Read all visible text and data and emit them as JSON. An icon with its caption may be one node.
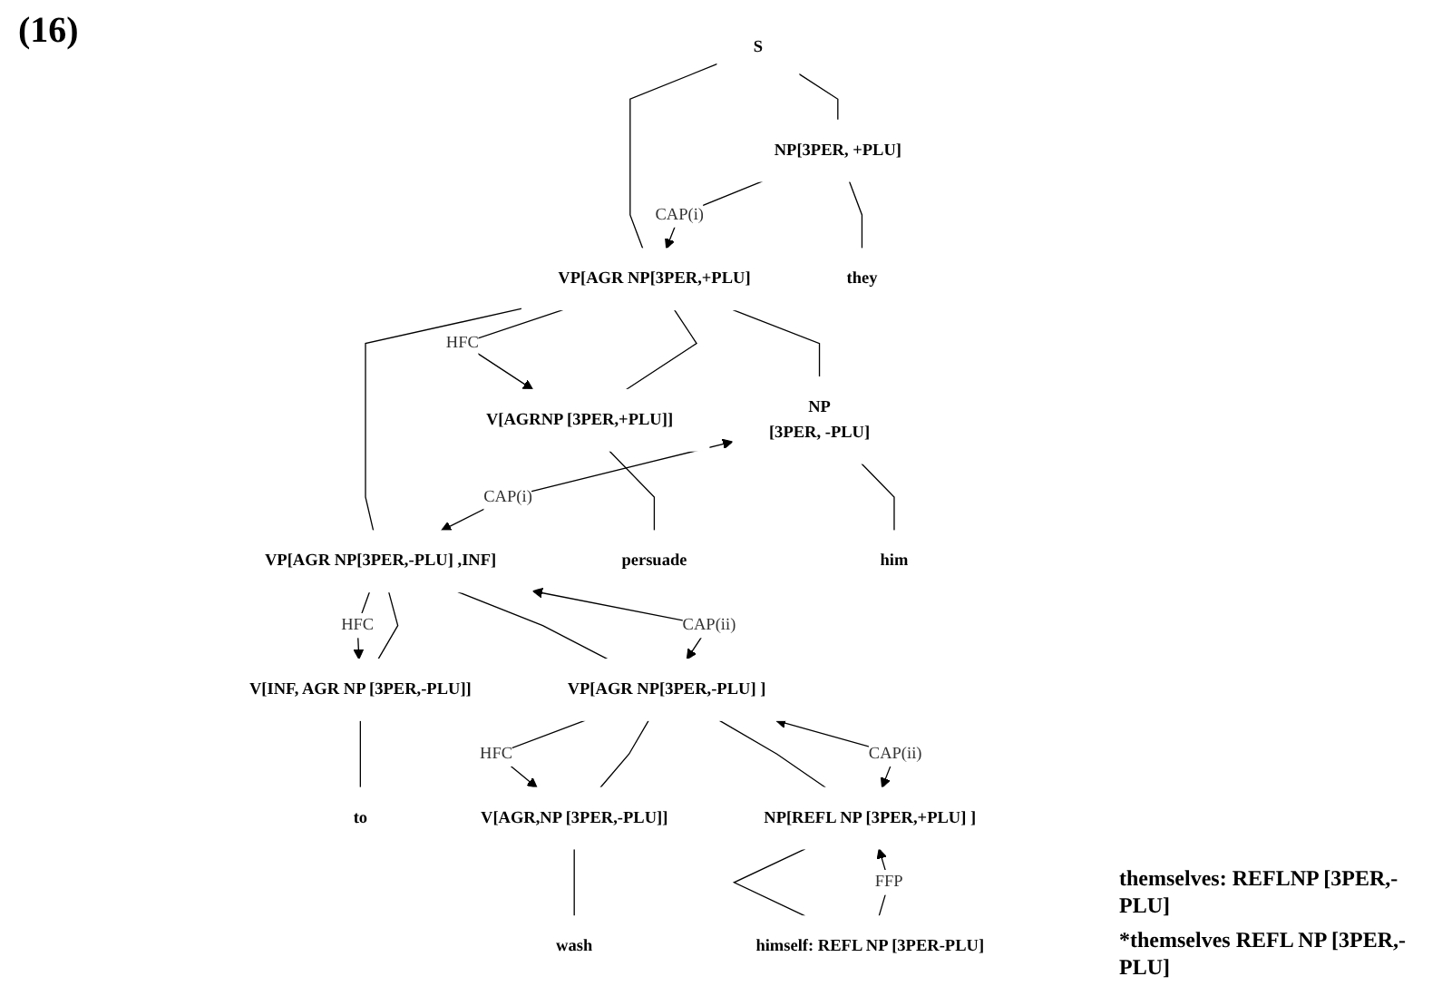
{
  "diagram": {
    "nodes": [
      {
        "text": [
          "S"
        ]
      },
      {
        "text": [
          "NP[3PER, +PLU]"
        ]
      },
      {
        "text": [
          "VP[AGR NP[3PER,+PLU]"
        ]
      },
      {
        "text": [
          "they"
        ]
      },
      {
        "text": [
          "V[AGRNP [3PER,+PLU]]"
        ]
      },
      {
        "text": [
          "NP",
          "[3PER, -PLU]"
        ]
      },
      {
        "text": [
          "VP[AGR NP[3PER,-PLU] ,INF]"
        ]
      },
      {
        "text": [
          "persuade"
        ]
      },
      {
        "text": [
          "him"
        ]
      },
      {
        "text": [
          "V[INF, AGR NP [3PER,-PLU]]"
        ]
      },
      {
        "text": [
          "VP[AGR NP[3PER,-PLU] ]"
        ]
      },
      {
        "text": [
          "to"
        ]
      },
      {
        "text": [
          "V[AGR,NP [3PER,-PLU]]"
        ]
      },
      {
        "text": [
          "NP[REFL NP [3PER,+PLU] ]"
        ]
      },
      {
        "text": [
          "wash"
        ]
      },
      {
        "text": [
          "himself: REFL NP [3PER-PLU]"
        ]
      }
    ],
    "edges": [
      {
        "from": 0,
        "to": 1,
        "arrow": "none"
      },
      {
        "from": 0,
        "to": 2,
        "arrow": "none"
      },
      {
        "from": 1,
        "to": 2,
        "arrow": "to",
        "label": "CAP(i)"
      },
      {
        "from": 1,
        "to": 3,
        "arrow": "none"
      },
      {
        "from": 2,
        "to": 4,
        "arrow": "to",
        "label": "HFC"
      },
      {
        "from": 2,
        "to": 4,
        "arrow": "none"
      },
      {
        "from": 2,
        "to": 5,
        "arrow": "none"
      },
      {
        "from": 2,
        "to": 6,
        "arrow": "none"
      },
      {
        "from": 5,
        "to": 6,
        "arrow": "both",
        "label": "CAP(i)"
      },
      {
        "from": 4,
        "to": 7,
        "arrow": "none"
      },
      {
        "from": 5,
        "to": 8,
        "arrow": "none"
      },
      {
        "from": 6,
        "to": 9,
        "arrow": "to",
        "label": "HFC"
      },
      {
        "from": 6,
        "to": 9,
        "arrow": "none"
      },
      {
        "from": 6,
        "to": 10,
        "arrow": "none"
      },
      {
        "from": 6,
        "to": 10,
        "arrow": "both",
        "label": "CAP(ii)"
      },
      {
        "from": 9,
        "to": 11,
        "arrow": "none"
      },
      {
        "from": 10,
        "to": 12,
        "arrow": "to",
        "label": "HFC"
      },
      {
        "from": 10,
        "to": 12,
        "arrow": "none"
      },
      {
        "from": 10,
        "to": 13,
        "arrow": "none"
      },
      {
        "from": 10,
        "to": 13,
        "arrow": "both",
        "label": "CAP(ii)"
      },
      {
        "from": 12,
        "to": 14,
        "arrow": "none"
      },
      {
        "from": 13,
        "to": 15,
        "arrow": "none"
      },
      {
        "from": 15,
        "to": 13,
        "arrow": "to",
        "label": "FFP"
      }
    ],
    "labels": [
      "(16)",
      "themselves: REFLNP [3PER,-PLU]",
      "*themselves REFL NP [3PER,-PLU]"
    ]
  }
}
